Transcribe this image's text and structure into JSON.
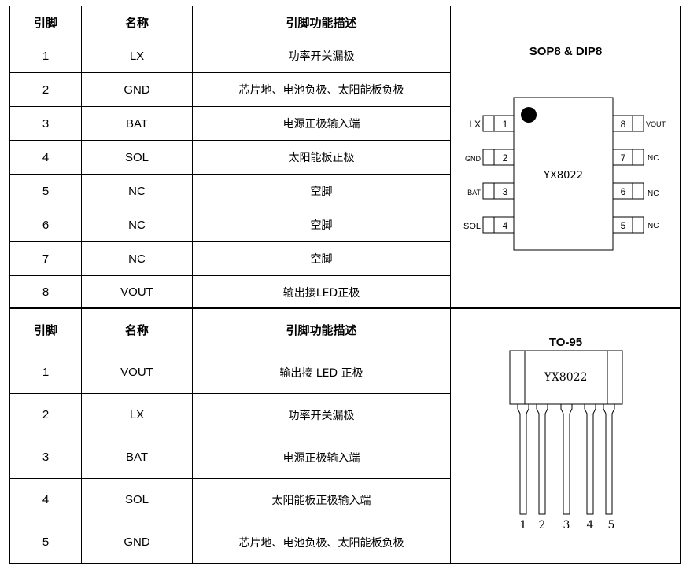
{
  "table1": {
    "headers": {
      "pin": "引脚",
      "name": "名称",
      "desc": "引脚功能描述"
    },
    "rows": [
      {
        "pin": "1",
        "name": "LX",
        "desc": "功率开关漏极"
      },
      {
        "pin": "2",
        "name": "GND",
        "desc": "芯片地、电池负极、太阳能板负极"
      },
      {
        "pin": "3",
        "name": "BAT",
        "desc": "电源正极输入端"
      },
      {
        "pin": "4",
        "name": "SOL",
        "desc": "太阳能板正极"
      },
      {
        "pin": "5",
        "name": "NC",
        "desc": "空脚"
      },
      {
        "pin": "6",
        "name": "NC",
        "desc": "空脚"
      },
      {
        "pin": "7",
        "name": "NC",
        "desc": "空脚"
      },
      {
        "pin": "8",
        "name": "VOUT",
        "desc": "输出接LED正极"
      }
    ]
  },
  "table2": {
    "headers": {
      "pin": "引脚",
      "name": "名称",
      "desc": "引脚功能描述"
    },
    "rows": [
      {
        "pin": "1",
        "name": "VOUT",
        "desc": "输出接 LED 正极"
      },
      {
        "pin": "2",
        "name": "LX",
        "desc": "功率开关漏极"
      },
      {
        "pin": "3",
        "name": "BAT",
        "desc": "电源正极输入端"
      },
      {
        "pin": "4",
        "name": "SOL",
        "desc": "太阳能板正极输入端"
      },
      {
        "pin": "5",
        "name": "GND",
        "desc": "芯片地、电池负极、太阳能板负极"
      }
    ]
  },
  "sop8": {
    "title": "SOP8 & DIP8",
    "chip_label": "YX8022",
    "left_pins": [
      {
        "num": "1",
        "name": "LX"
      },
      {
        "num": "2",
        "name": "GND"
      },
      {
        "num": "3",
        "name": "BAT"
      },
      {
        "num": "4",
        "name": "SOL"
      }
    ],
    "right_pins": [
      {
        "num": "8",
        "name": "VOUT"
      },
      {
        "num": "7",
        "name": "NC"
      },
      {
        "num": "6",
        "name": "NC"
      },
      {
        "num": "5",
        "name": "NC"
      }
    ]
  },
  "to95": {
    "title": "TO-95",
    "chip_label": "YX8022",
    "pin_numbers": [
      "1",
      "2",
      "3",
      "4",
      "5"
    ]
  }
}
